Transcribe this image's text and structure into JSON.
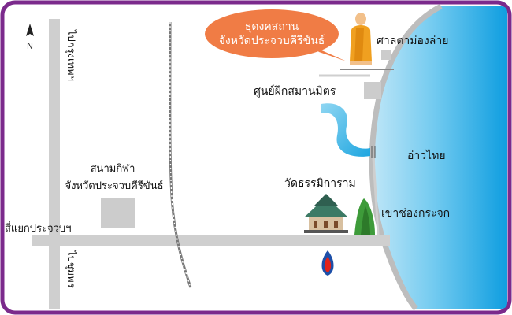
{
  "map": {
    "frame_color": "#7b2a8c",
    "sea_color": "#3fb3e8",
    "road_color": "#cfcfcf",
    "river_color": "#39b8e6",
    "building_color": "#cccccc",
    "mountain_color": "#3e9b3a",
    "north_label": "N",
    "callout": {
      "line1": "ธุดงคสถาน",
      "line2": "จังหวัดประจวบคีรีขันธ์",
      "color": "#f07c45"
    },
    "labels": {
      "shrine": "ศาลตาม่องล่าย",
      "training_center": "ศูนย์ฝึกสมานมิตร",
      "gulf": "อ่าวไทย",
      "temple": "วัดธรรมิการาม",
      "mountain": "เขาช่องกระจก",
      "stadium_line1": "สนามกีฬา",
      "stadium_line2": "จังหวัดประจวบคีรีขันธ์",
      "intersection": "สี่แยกประจวบฯ",
      "road_top": "ไปกรุงเทพฯ",
      "road_bottom": "ไปชุมพร"
    },
    "icons": [
      "north-arrow-icon",
      "monk-icon",
      "temple-icon",
      "mountain-icon",
      "ptt-gas-station-icon"
    ]
  }
}
